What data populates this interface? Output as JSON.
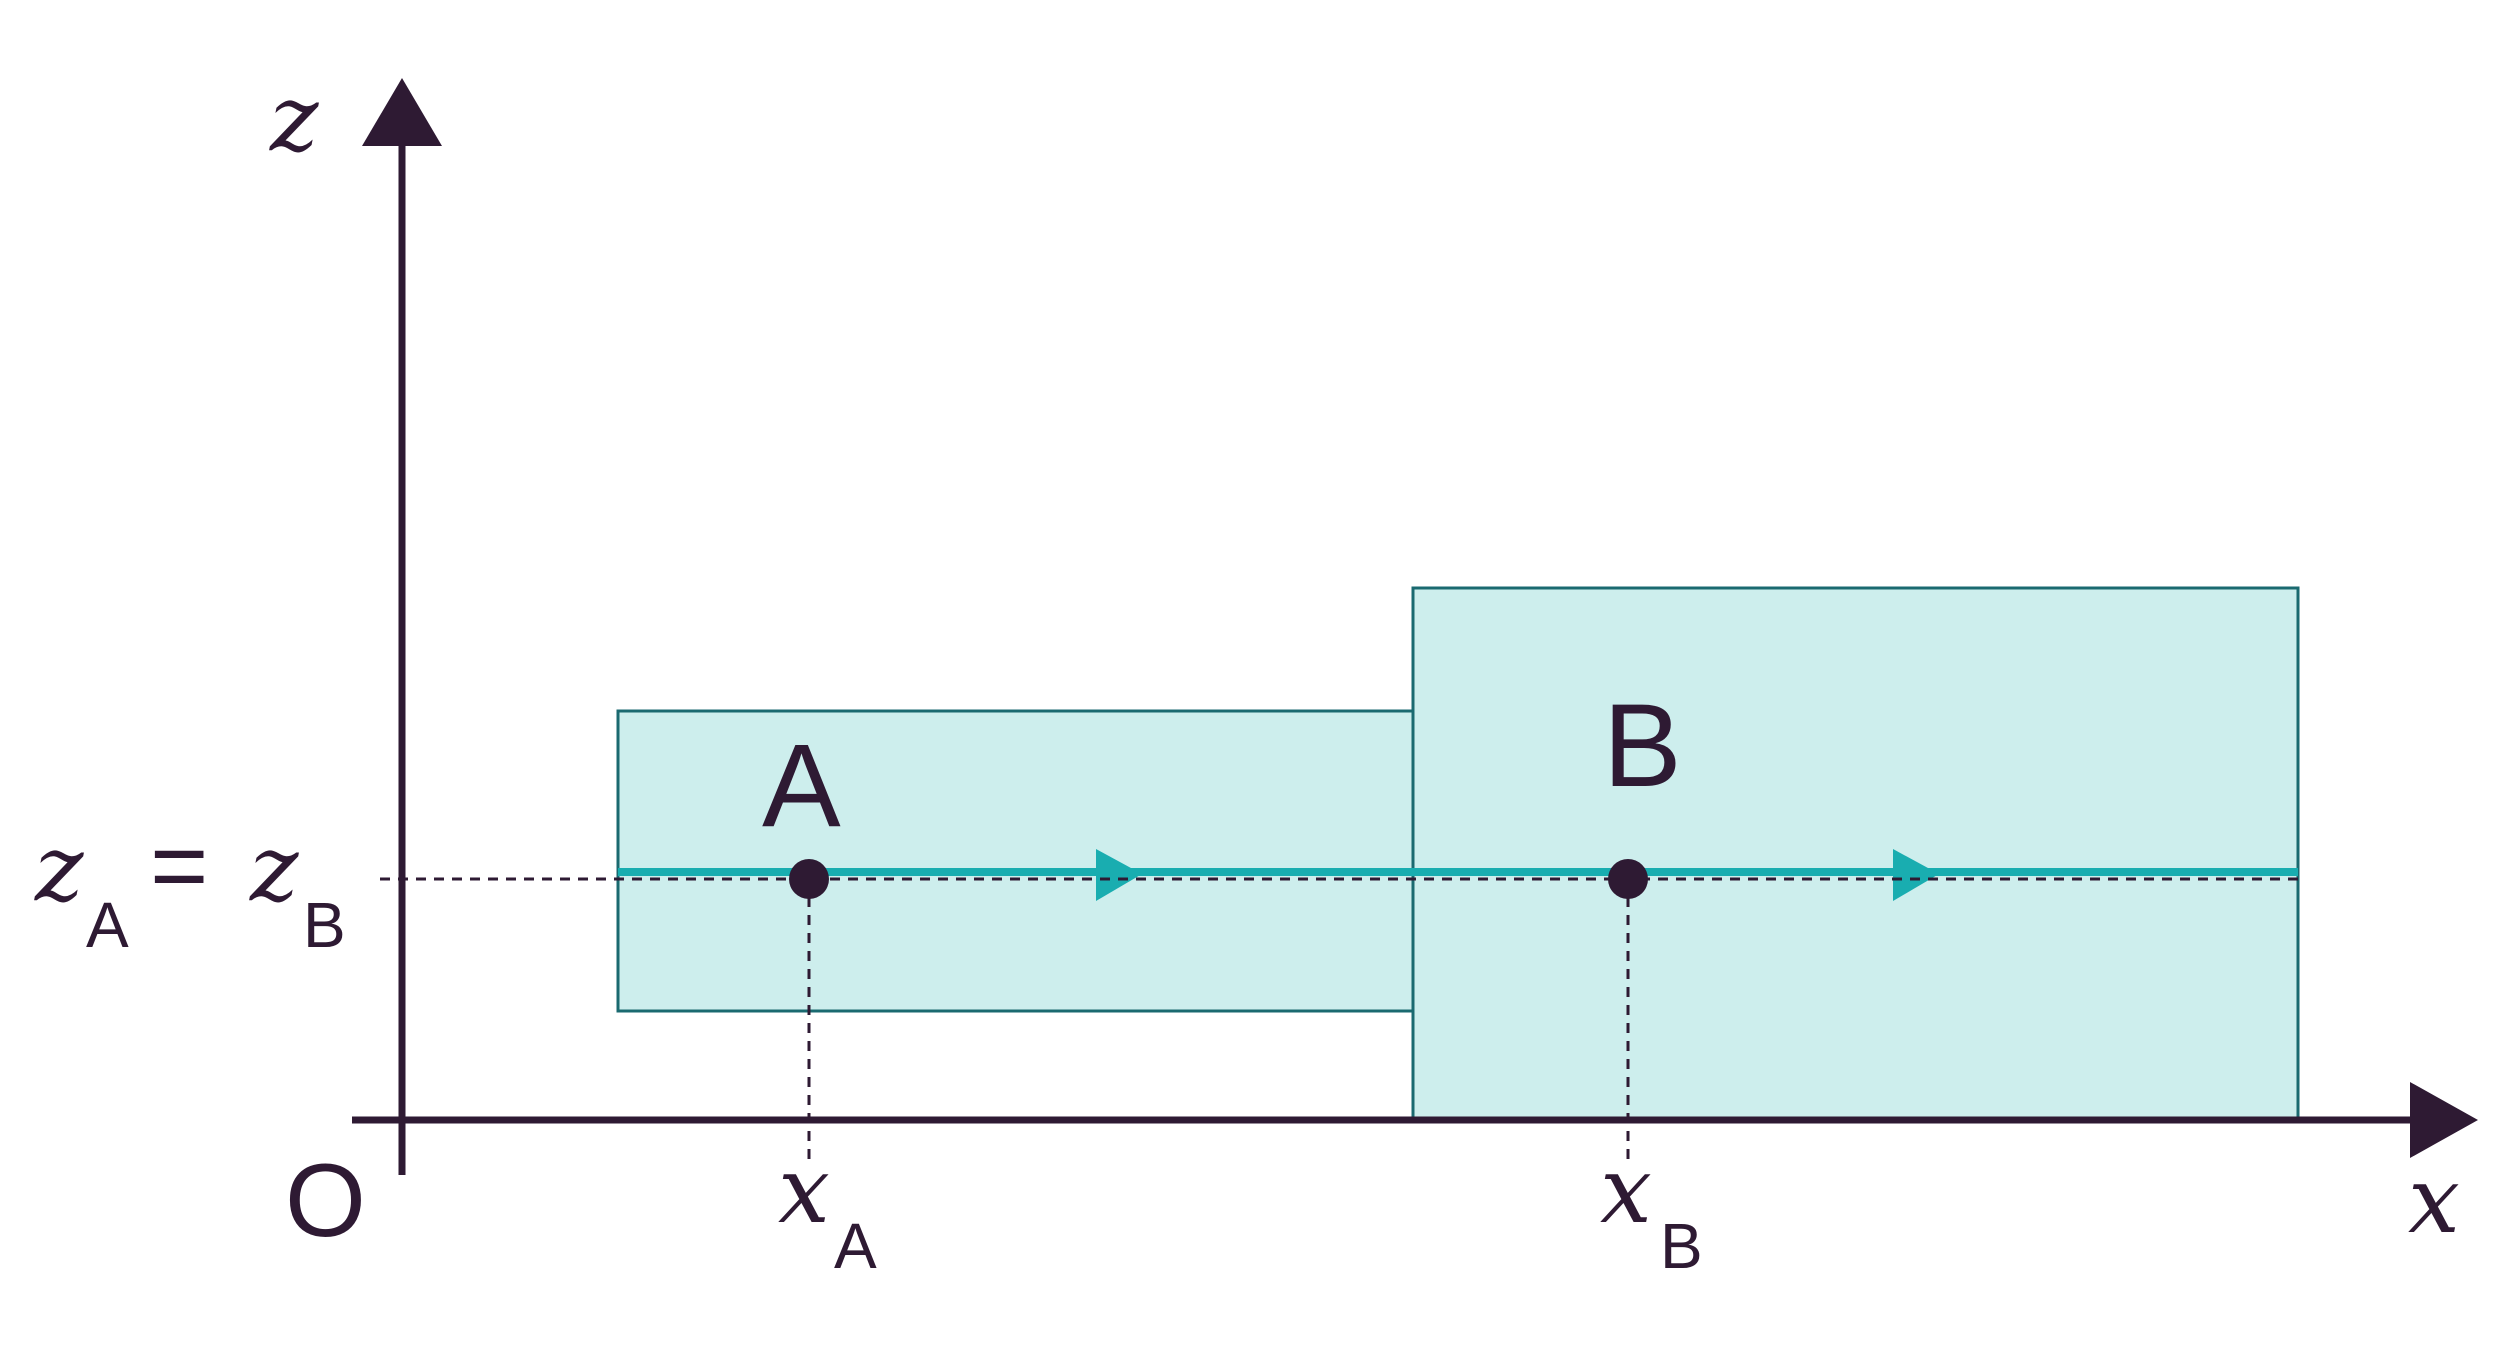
{
  "labels": {
    "axis_z": "z",
    "axis_x": "x",
    "origin": "O",
    "point_a": "A",
    "point_b": "B",
    "z_equality": {
      "lhs_var": "z",
      "lhs_sub": "A",
      "equals": "=",
      "rhs_var": "z",
      "rhs_sub": "B"
    },
    "xa": {
      "var": "x",
      "sub": "A"
    },
    "xb": {
      "var": "x",
      "sub": "B"
    }
  },
  "colors": {
    "axis": "#2e1a33",
    "box_fill": "#cdeeed",
    "box_stroke": "#1a6a70",
    "streamline": "#19adb0",
    "dash": "#2e1a33",
    "point": "#2e1a33"
  }
}
